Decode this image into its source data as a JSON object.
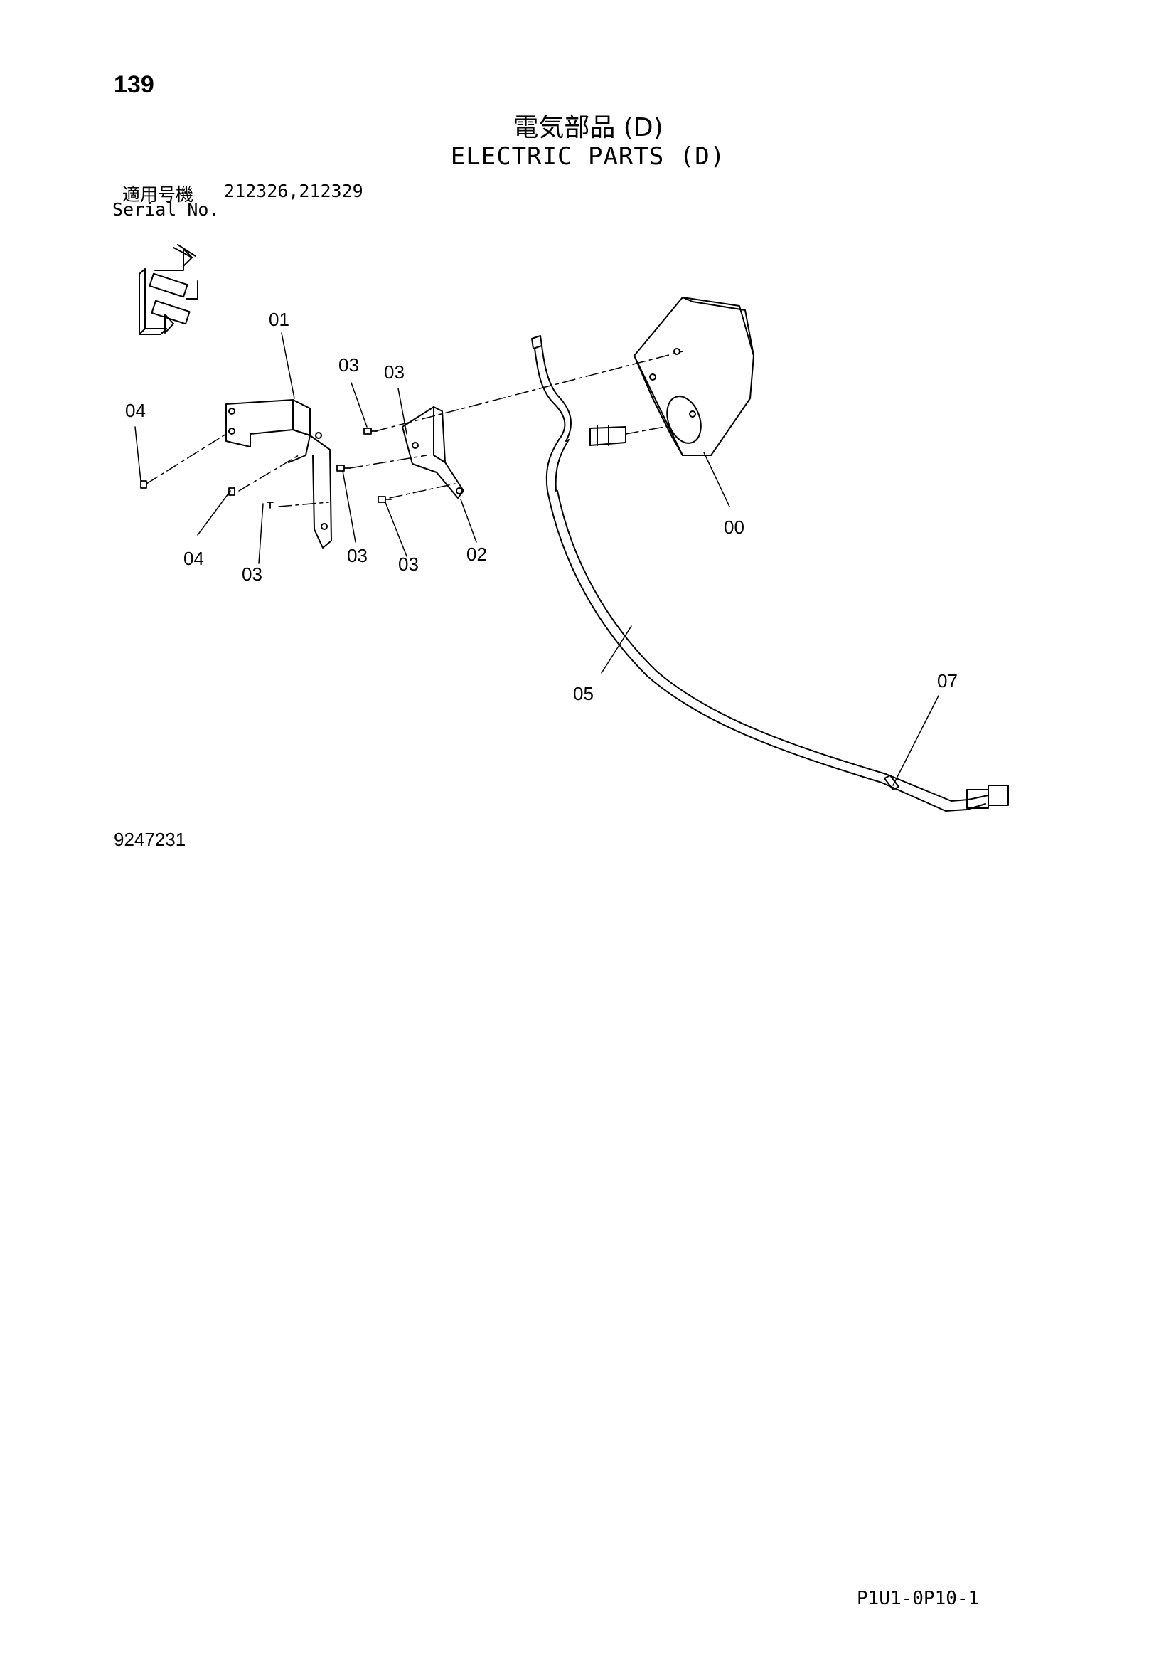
{
  "header": {
    "page_number": "139",
    "title_jp": "電気部品 (D)",
    "title_en": "ELECTRIC PARTS (D)",
    "serial_label_jp": "適用号機",
    "serial_values": "212326,212329",
    "serial_label_en": "Serial No."
  },
  "diagram": {
    "callouts": {
      "c01": "01",
      "c02": "02",
      "c03a": "03",
      "c03b": "03",
      "c03c": "03",
      "c03d": "03",
      "c03e": "03",
      "c04a": "04",
      "c04b": "04",
      "c00": "00",
      "c05": "05",
      "c07": "07"
    },
    "drawing_number": "9247231"
  },
  "footer": {
    "page_code": "P1U1-0P10-1"
  }
}
